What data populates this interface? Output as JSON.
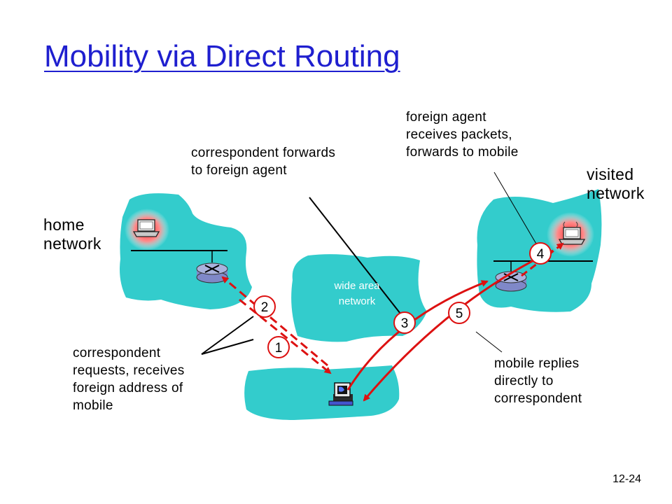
{
  "slide": {
    "title": "Mobility via Direct Routing",
    "slide_number": "12-24"
  },
  "labels": {
    "home_network": "home\nnetwork",
    "visited_network": "visited\nnetwork",
    "wide_area_network": "wide area\nnetwork",
    "correspondent_forwards": "correspondent forwards\nto foreign agent",
    "foreign_agent_receives": "foreign agent\nreceives packets,\nforwards to mobile",
    "correspondent_requests": "correspondent\nrequests, receives\nforeign address of\nmobile",
    "mobile_replies": "mobile replies\ndirectly to\ncorrespondent"
  },
  "steps": [
    "1",
    "2",
    "3",
    "4",
    "5"
  ],
  "colors": {
    "cloud": "#33cccc",
    "arrow": "#dd1111",
    "title": "#1f1fcf",
    "router": "#aab2dd"
  },
  "icons": [
    "router-icon",
    "laptop-icon",
    "computer-icon"
  ]
}
